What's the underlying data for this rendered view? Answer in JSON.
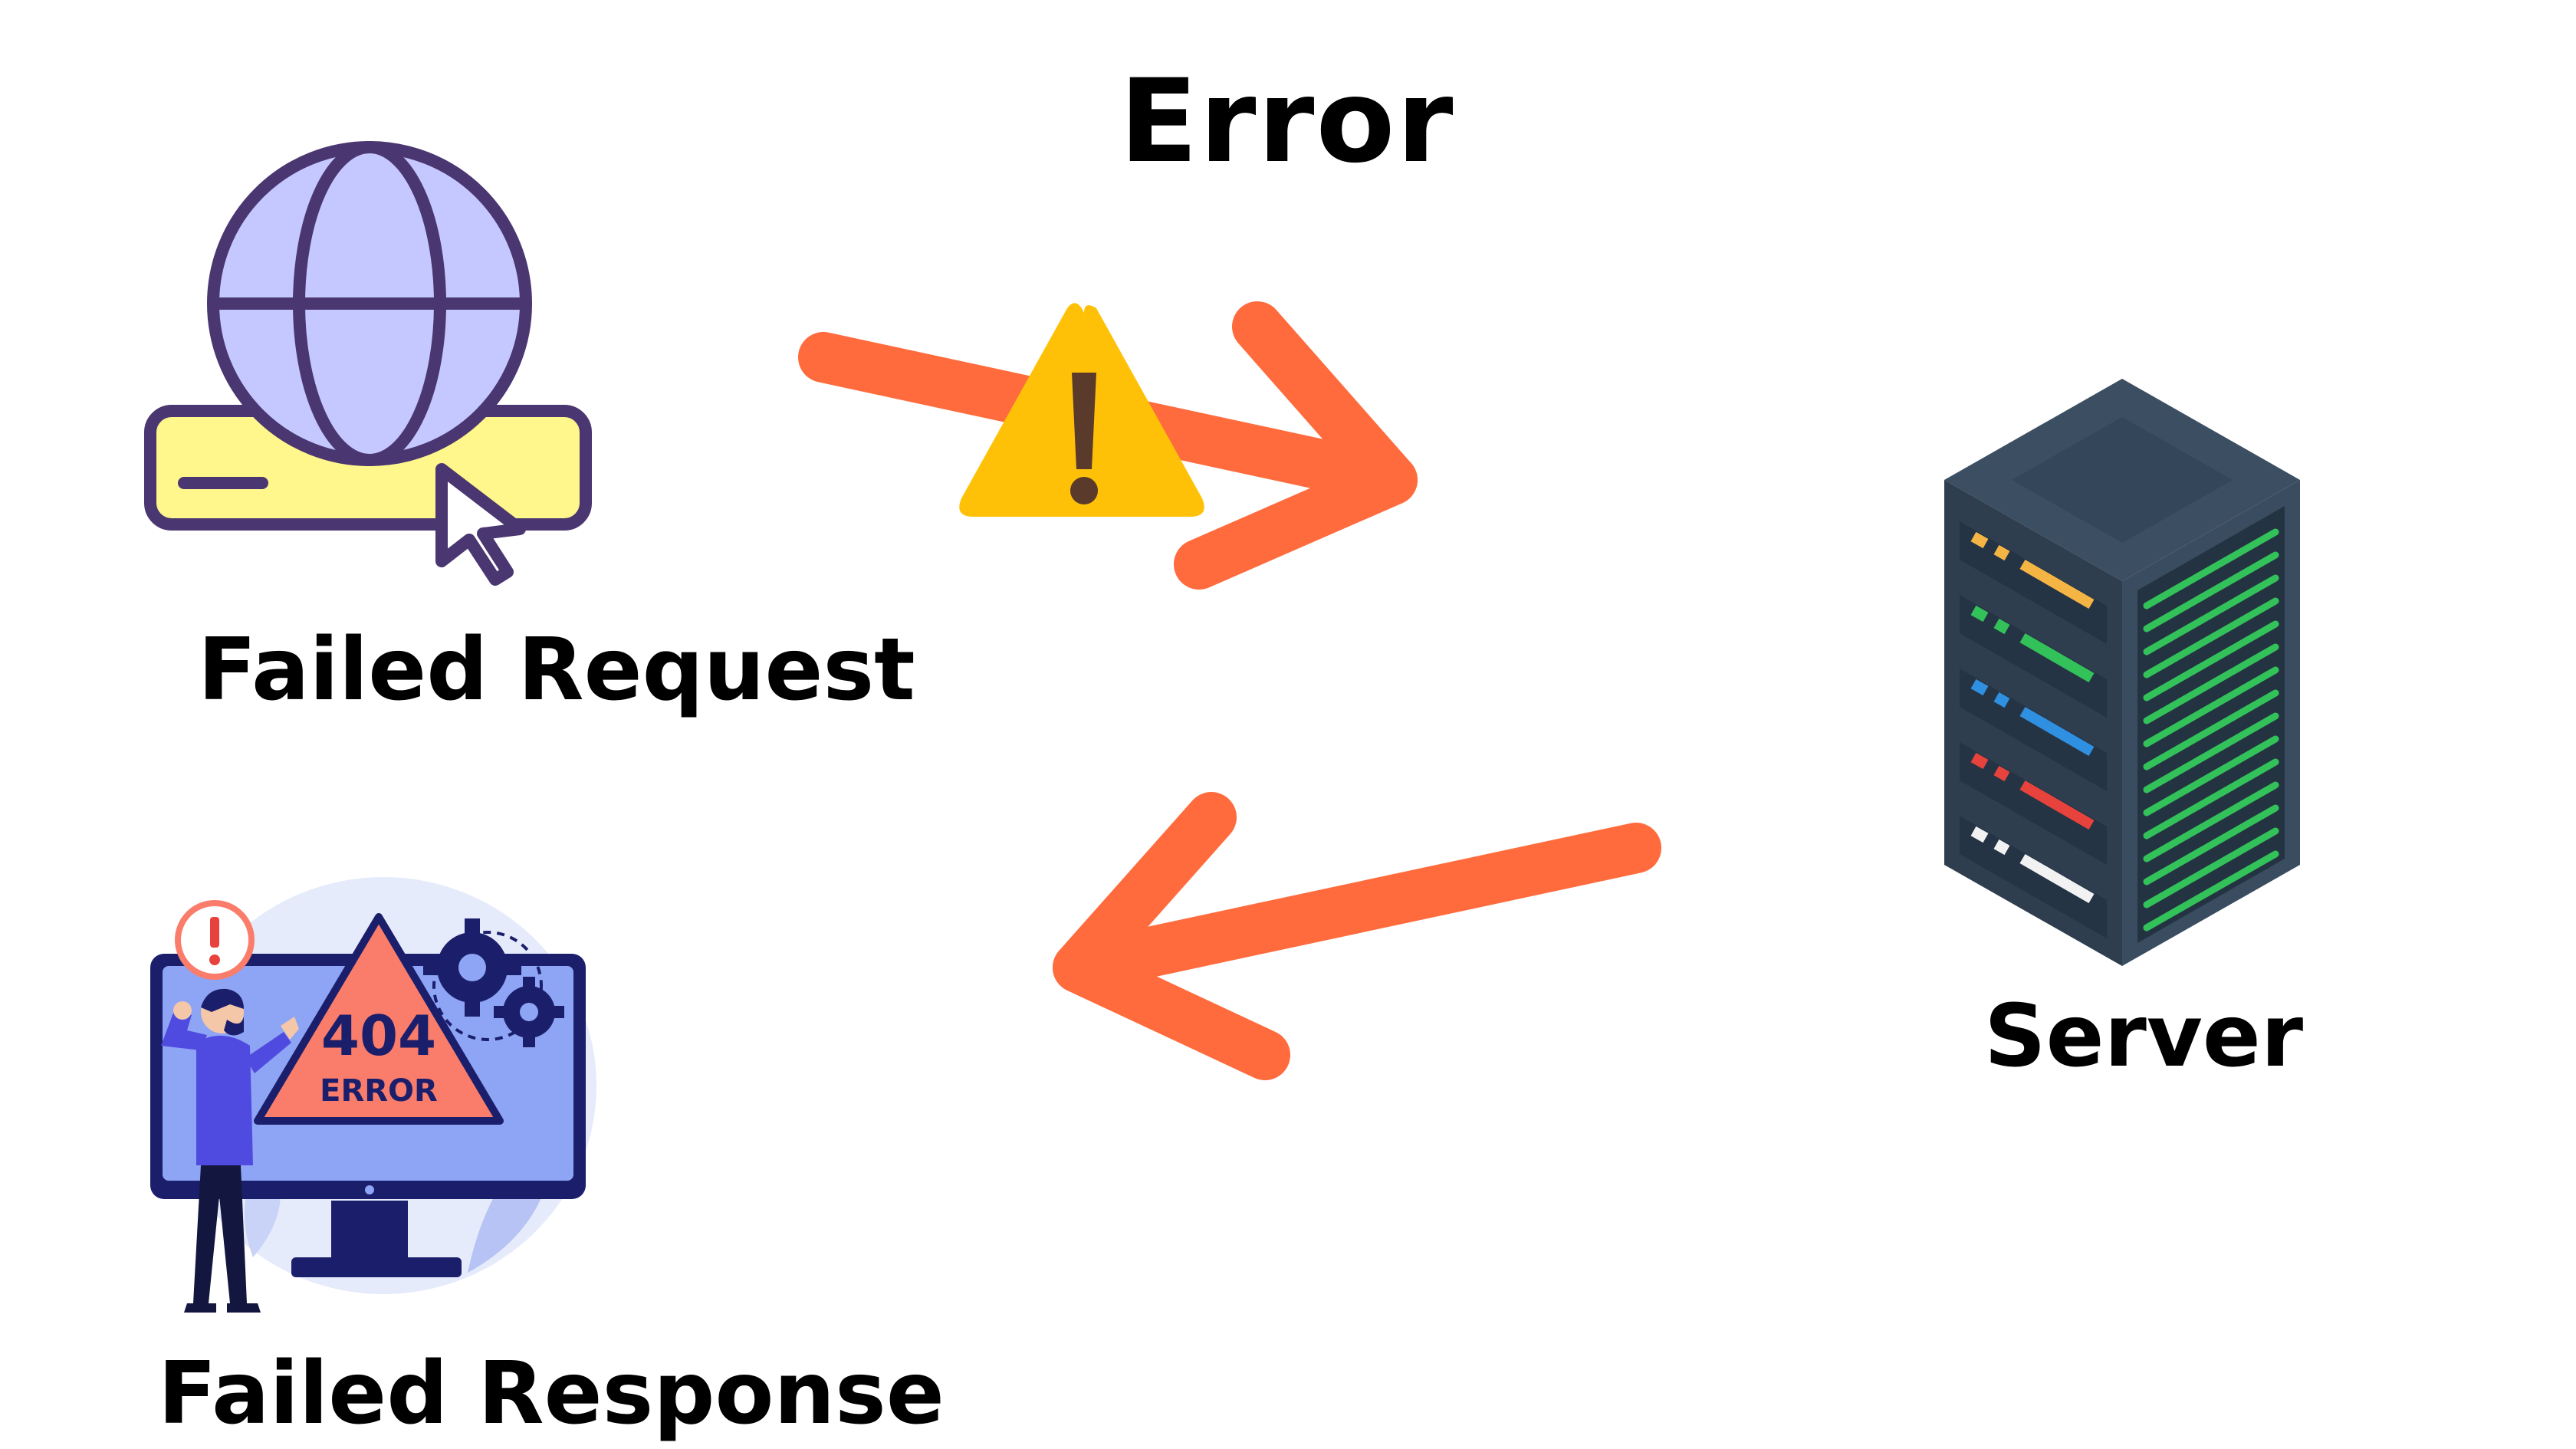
{
  "diagram": {
    "title": "Error",
    "nodes": {
      "request": {
        "label": "Failed Request",
        "icon": "globe-browser-cursor-icon"
      },
      "server": {
        "label": "Server",
        "icon": "server-rack-icon"
      },
      "response": {
        "label": "Failed Response",
        "icon": "404-error-monitor-icon"
      }
    },
    "error_screen": {
      "code": "404",
      "word": "ERROR"
    },
    "edges": [
      {
        "from": "request",
        "to": "server",
        "style": "arrow",
        "badge": "warning-icon"
      },
      {
        "from": "server",
        "to": "response",
        "style": "arrow"
      }
    ],
    "colors": {
      "arrow": "#FF6B3D",
      "warning": "#FFC107",
      "globe_fill": "#C5C8FF",
      "outline": "#4A3670",
      "bar_fill": "#FFF68C",
      "server_body": "#2E3E4F",
      "monitor_screen": "#8EA4F5",
      "error_triangle": "#FA7D6B",
      "error_text": "#1B1F6B"
    }
  }
}
